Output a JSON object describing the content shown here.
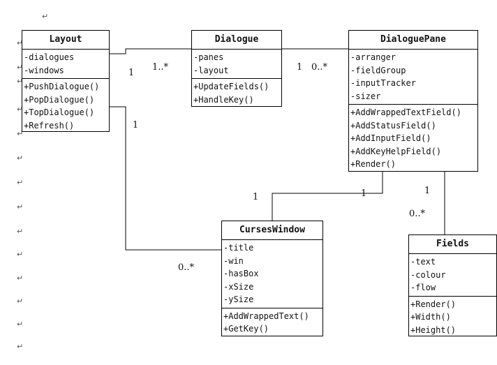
{
  "paragraph_mark": "↵",
  "classes": {
    "layout": {
      "name": "Layout",
      "attributes": [
        "-dialogues",
        "-windows"
      ],
      "methods": [
        "+PushDialogue()",
        "+PopDialogue()",
        "+TopDialogue()",
        "+Refresh()"
      ]
    },
    "dialogue": {
      "name": "Dialogue",
      "attributes": [
        "-panes",
        "-layout"
      ],
      "methods": [
        "+UpdateFields()",
        "+HandleKey()"
      ]
    },
    "dialoguepane": {
      "name": "DialoguePane",
      "attributes": [
        "-arranger",
        "-fieldGroup",
        "-inputTracker",
        "-sizer"
      ],
      "methods": [
        "+AddWrappedTextField()",
        "+AddStatusField()",
        "+AddInputField()",
        "+AddKeyHelpField()",
        "+Render()"
      ]
    },
    "curseswindow": {
      "name": "CursesWindow",
      "attributes": [
        "-title",
        "-win",
        "-hasBox",
        "-xSize",
        "-ySize"
      ],
      "methods": [
        "+AddWrappedText()",
        "+GetKey()"
      ]
    },
    "fields": {
      "name": "Fields",
      "attributes": [
        "-text",
        "-colour",
        "-flow"
      ],
      "methods": [
        "+Render()",
        "+Width()",
        "+Height()"
      ]
    }
  },
  "multiplicities": {
    "layout_dialogue_layout": "1",
    "layout_dialogue_dialogue": "1..*",
    "dialogue_pane_dialogue": "1",
    "dialogue_pane_pane": "0..*",
    "layout_window_layout": "1",
    "layout_window_window": "0..*",
    "pane_window_window": "1",
    "pane_window_pane": "1",
    "pane_fields_pane": "1",
    "pane_fields_fields": "0..*"
  }
}
